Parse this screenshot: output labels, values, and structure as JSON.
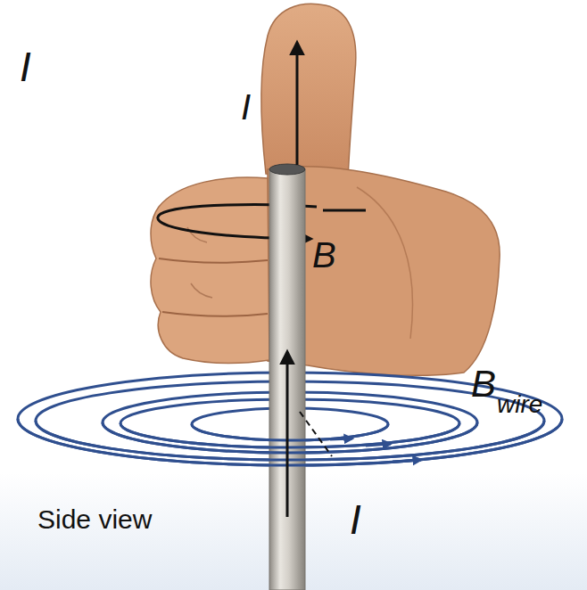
{
  "diagram": {
    "labels": [
      "I",
      "I",
      "B",
      "B",
      "wire",
      "Side view",
      "I"
    ]
  }
}
